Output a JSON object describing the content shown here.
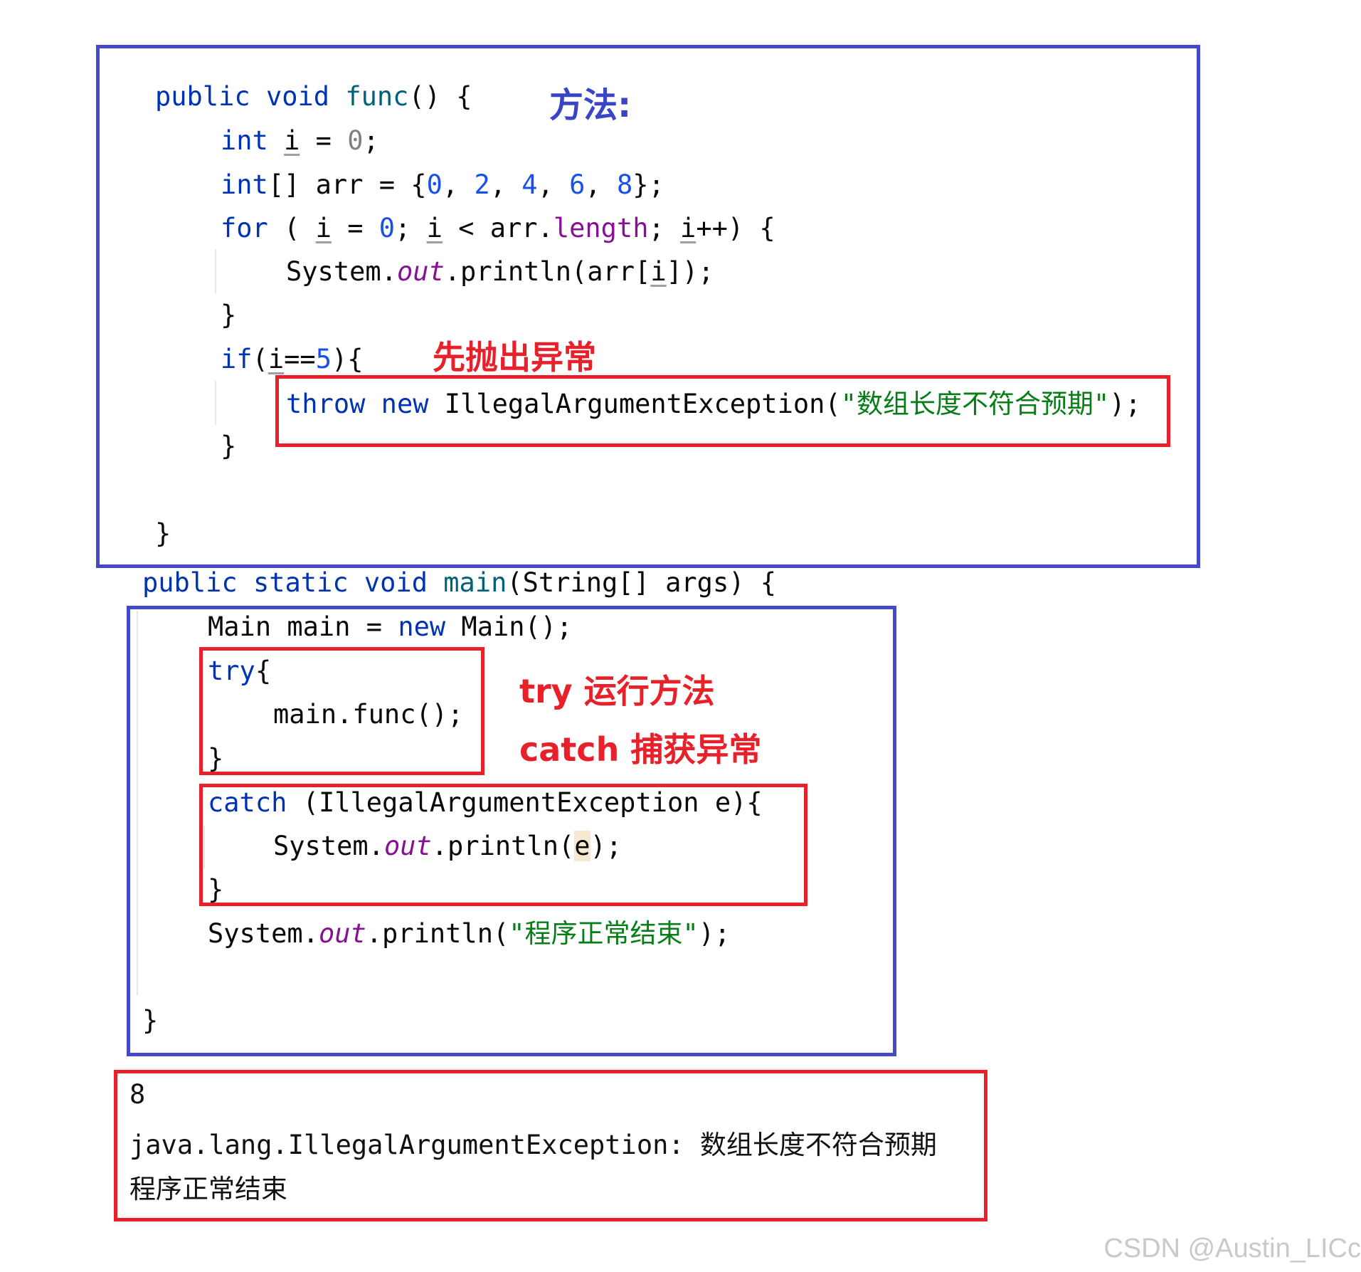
{
  "annotations": {
    "method_label": "方法:",
    "throw_first": "先抛出异常",
    "try_label": "try 运行方法",
    "catch_label": "catch 捕获异常"
  },
  "func_code": {
    "l1": {
      "kw1": "public",
      "kw2": "void",
      "name": "func",
      "rest": "() {"
    },
    "l2": {
      "kw": "int",
      "var": "i",
      "eq": " = ",
      "val": "0",
      "end": ";"
    },
    "l3": {
      "kw": "int",
      "mid": "[] arr = {",
      "n0": "0",
      "n1": "2",
      "n2": "4",
      "n3": "6",
      "n4": "8",
      "sep": ", ",
      "end": "};"
    },
    "l4": {
      "kw": "for",
      "p1": " ( ",
      "var": "i",
      "p2": " = ",
      "zero": "0",
      "p3": "; ",
      "p4": " < arr.",
      "field": "length",
      "p5": "; ",
      "p6": "++) {"
    },
    "l5": {
      "cls": "System.",
      "field": "out",
      "call": ".println(arr[",
      "var": "i",
      "end": "]);"
    },
    "l6": "}",
    "l7": {
      "kw": "if",
      "p1": "(",
      "var": "i",
      "p2": "==",
      "num": "5",
      "p3": "){"
    },
    "l8": {
      "kw1": "throw",
      "kw2": "new",
      "cls": "IllegalArgumentException(",
      "str": "\"数组长度不符合预期\"",
      "end": ");"
    },
    "l9": "}",
    "l10": "}"
  },
  "main_code": {
    "sig": {
      "kw1": "public",
      "kw2": "static",
      "kw3": "void",
      "name": "main",
      "rest": "(String[] args) {"
    },
    "l1": {
      "a": "Main main = ",
      "kw": "new",
      "b": " Main();"
    },
    "l2": {
      "kw": "try",
      "b": "{"
    },
    "l3": "main.func();",
    "l4": "}",
    "l5": {
      "kw": "catch",
      "b": " (IllegalArgumentException e){"
    },
    "l6": {
      "cls": "System.",
      "field": "out",
      "call": ".println(",
      "var": "e",
      "end": ");"
    },
    "l7": "}",
    "l8": {
      "cls": "System.",
      "field": "out",
      "call": ".println(",
      "str": "\"程序正常结束\"",
      "end": ");"
    },
    "l9": "}"
  },
  "console_output": {
    "line1": "8",
    "line2": "java.lang.IllegalArgumentException: 数组长度不符合预期",
    "line3": "程序正常结束"
  },
  "watermark": "CSDN @Austin_LICc",
  "colors": {
    "blue_frame": "#4349c9",
    "red_frame": "#e8202a",
    "keyword": "#0033b3",
    "string": "#067d17",
    "field": "#871094",
    "number": "#1750eb"
  }
}
